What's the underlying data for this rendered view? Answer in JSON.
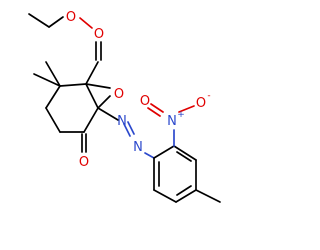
{
  "molecule": {
    "atoms": {
      "ester_carbonyl_o": {
        "label": "O",
        "color": "#e00000"
      },
      "ester_ether_o": {
        "label": "O",
        "color": "#e00000"
      },
      "ring_ketone_o_1": {
        "label": "O",
        "color": "#e00000"
      },
      "ring_ketone_o_2": {
        "label": "O",
        "color": "#e00000"
      },
      "azo_n_1": {
        "label": "N",
        "color": "#2c49cc"
      },
      "azo_n_2": {
        "label": "N",
        "color": "#2c49cc"
      },
      "nitro_n": {
        "label": "N",
        "charge": "+",
        "color": "#2c49cc"
      },
      "nitro_o_double": {
        "label": "O",
        "color": "#e00000"
      },
      "nitro_o_minus": {
        "label": "O",
        "charge": "-",
        "color": "#e00000"
      }
    },
    "colors": {
      "carbon_bond": "#000000",
      "oxygen": "#e00000",
      "nitrogen": "#2c49cc"
    }
  }
}
